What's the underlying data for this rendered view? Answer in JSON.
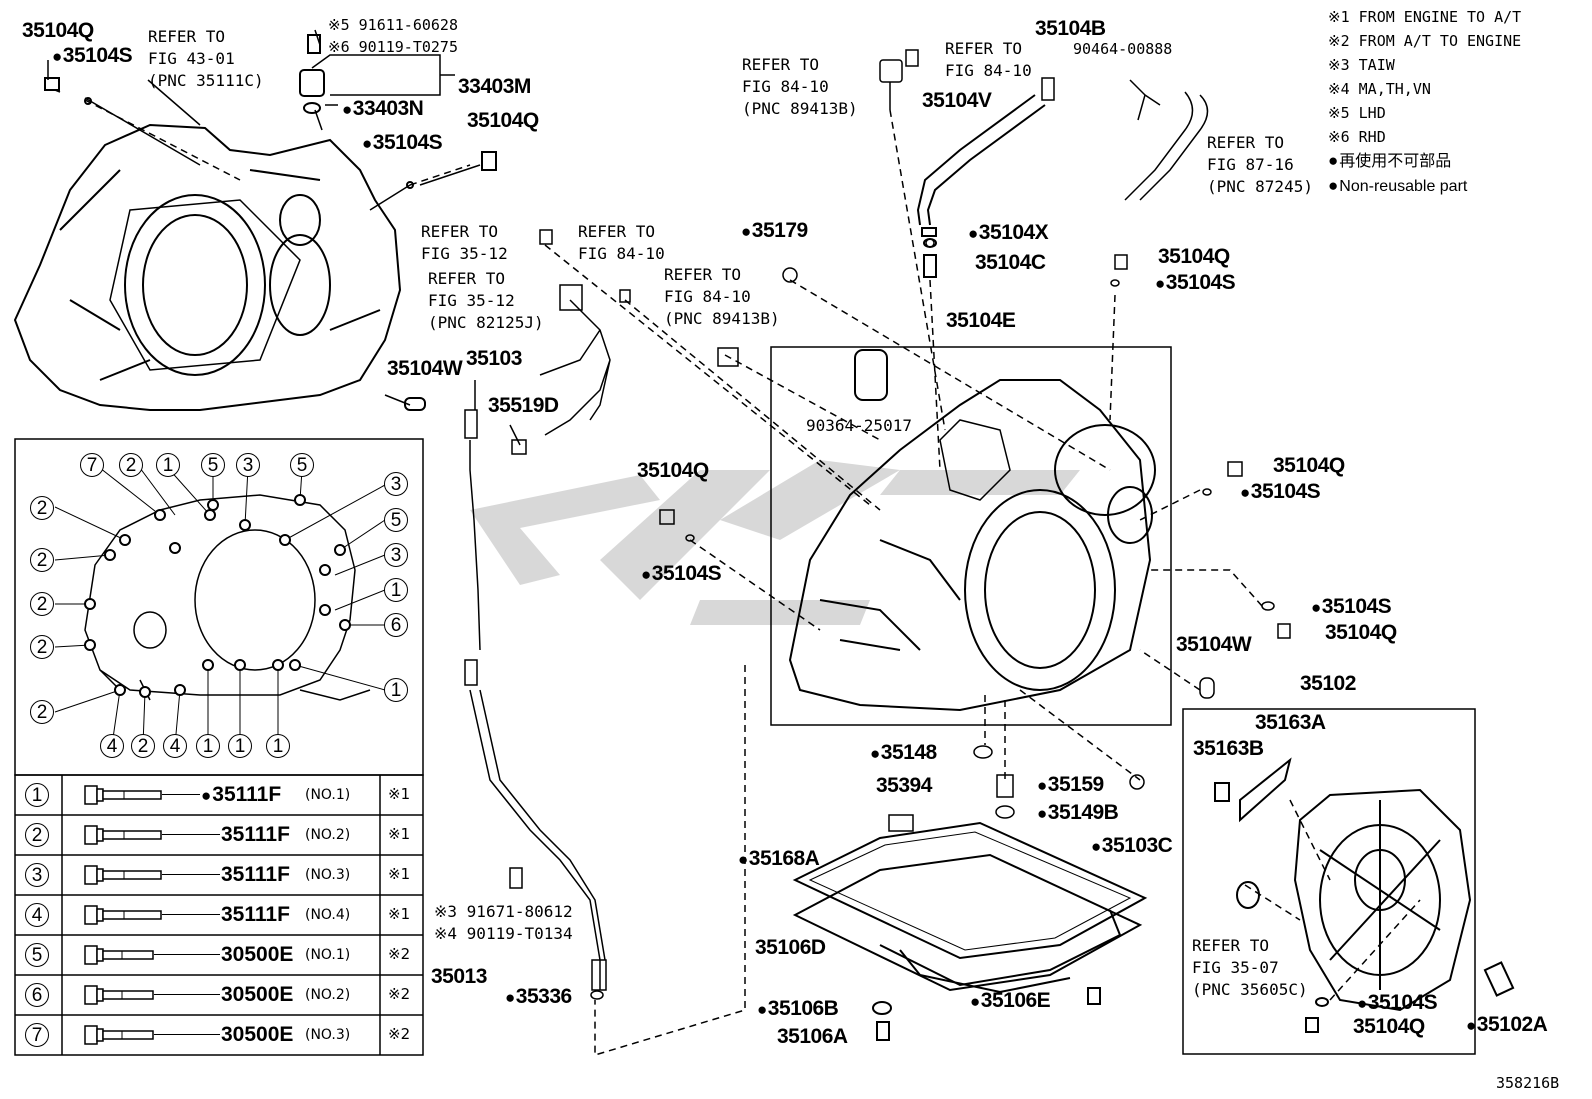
{
  "legend": {
    "n1": "※1 FROM ENGINE TO A/T",
    "n2": "※2 FROM A/T TO ENGINE",
    "n3": "※3 TAIW",
    "n4": "※4 MA,TH,VN",
    "n5": "※5 LHD",
    "n6": "※6 RHD",
    "jp": "再使用不可部品",
    "en": "Non-reusable part"
  },
  "refs": {
    "r4301": "REFER TO\nFIG 43-01\n(PNC 35111C)",
    "r8410a": "REFER TO\nFIG 84-10\n(PNC 89413B)",
    "r8410b": "REFER TO\nFIG 84-10",
    "r8716": "REFER TO\nFIG 87-16\n(PNC 87245)",
    "r3512a": "REFER TO\nFIG 35-12",
    "r8410c": "REFER TO\nFIG 84-10",
    "r3512b": "REFER TO\nFIG 35-12\n(PNC 82125J)",
    "r8410d": "REFER TO\nFIG 84-10\n(PNC 89413B)",
    "r3507": "REFER TO\nFIG 35-07\n(PNC 35605C)"
  },
  "parts": {
    "p35104Q_a": "35104Q",
    "p35104S_a": "35104S",
    "p91611": "※5 91611-60628",
    "p90119a": "※6 90119-T0275",
    "p33403M": "33403M",
    "p33403N": "33403N",
    "p35104Q_b": "35104Q",
    "p35104S_b": "35104S",
    "p35104W_a": "35104W",
    "p35103": "35103",
    "p35519D": "35519D",
    "p35104B": "35104B",
    "p90464": "90464-00888",
    "p35104V": "35104V",
    "p35179": "35179",
    "p35104X": "35104X",
    "p35104C": "35104C",
    "p35104Q_c": "35104Q",
    "p35104S_c": "35104S",
    "p35104E": "35104E",
    "p90364": "90364-25017",
    "p35104Q_d": "35104Q",
    "p35104S_d": "35104S",
    "p35104Q_e": "35104Q",
    "p35104S_e": "35104S",
    "p35104S_f": "35104S",
    "p35104Q_f": "35104Q",
    "p35104W_b": "35104W",
    "p35102": "35102",
    "p35163A": "35163A",
    "p35163B": "35163B",
    "p35148": "35148",
    "p35394": "35394",
    "p35159": "35159",
    "p35149B": "35149B",
    "p35103C": "35103C",
    "p35168A": "35168A",
    "p91671": "※3 91671-80612",
    "p90119b": "※4 90119-T0134",
    "p35106D": "35106D",
    "p35013": "35013",
    "p35336": "35336",
    "p35106B": "35106B",
    "p35106E": "35106E",
    "p35106A": "35106A",
    "p35104S_g": "35104S",
    "p35104Q_g": "35104Q",
    "p35102A": "35102A",
    "code": "358216B"
  },
  "bolt_table": [
    {
      "no": "1",
      "part": "35111F",
      "size": "(NO.1)",
      "note": "※1",
      "dot": true
    },
    {
      "no": "2",
      "part": "35111F",
      "size": "(NO.2)",
      "note": "※1",
      "dot": false
    },
    {
      "no": "3",
      "part": "35111F",
      "size": "(NO.3)",
      "note": "※1",
      "dot": false
    },
    {
      "no": "4",
      "part": "35111F",
      "size": "(NO.4)",
      "note": "※1",
      "dot": false
    },
    {
      "no": "5",
      "part": "30500E",
      "size": "(NO.1)",
      "note": "※2",
      "dot": false
    },
    {
      "no": "6",
      "part": "30500E",
      "size": "(NO.2)",
      "note": "※2",
      "dot": false
    },
    {
      "no": "7",
      "part": "30500E",
      "size": "(NO.3)",
      "note": "※2",
      "dot": false
    }
  ],
  "bolt_positions": {
    "top": [
      "7",
      "2",
      "1",
      "5",
      "3",
      "5"
    ],
    "left": [
      "2",
      "2",
      "2",
      "2",
      "2"
    ],
    "right": [
      "3",
      "5",
      "3",
      "1",
      "6",
      "1"
    ],
    "bottom": [
      "4",
      "2",
      "4",
      "1",
      "1",
      "1"
    ]
  }
}
